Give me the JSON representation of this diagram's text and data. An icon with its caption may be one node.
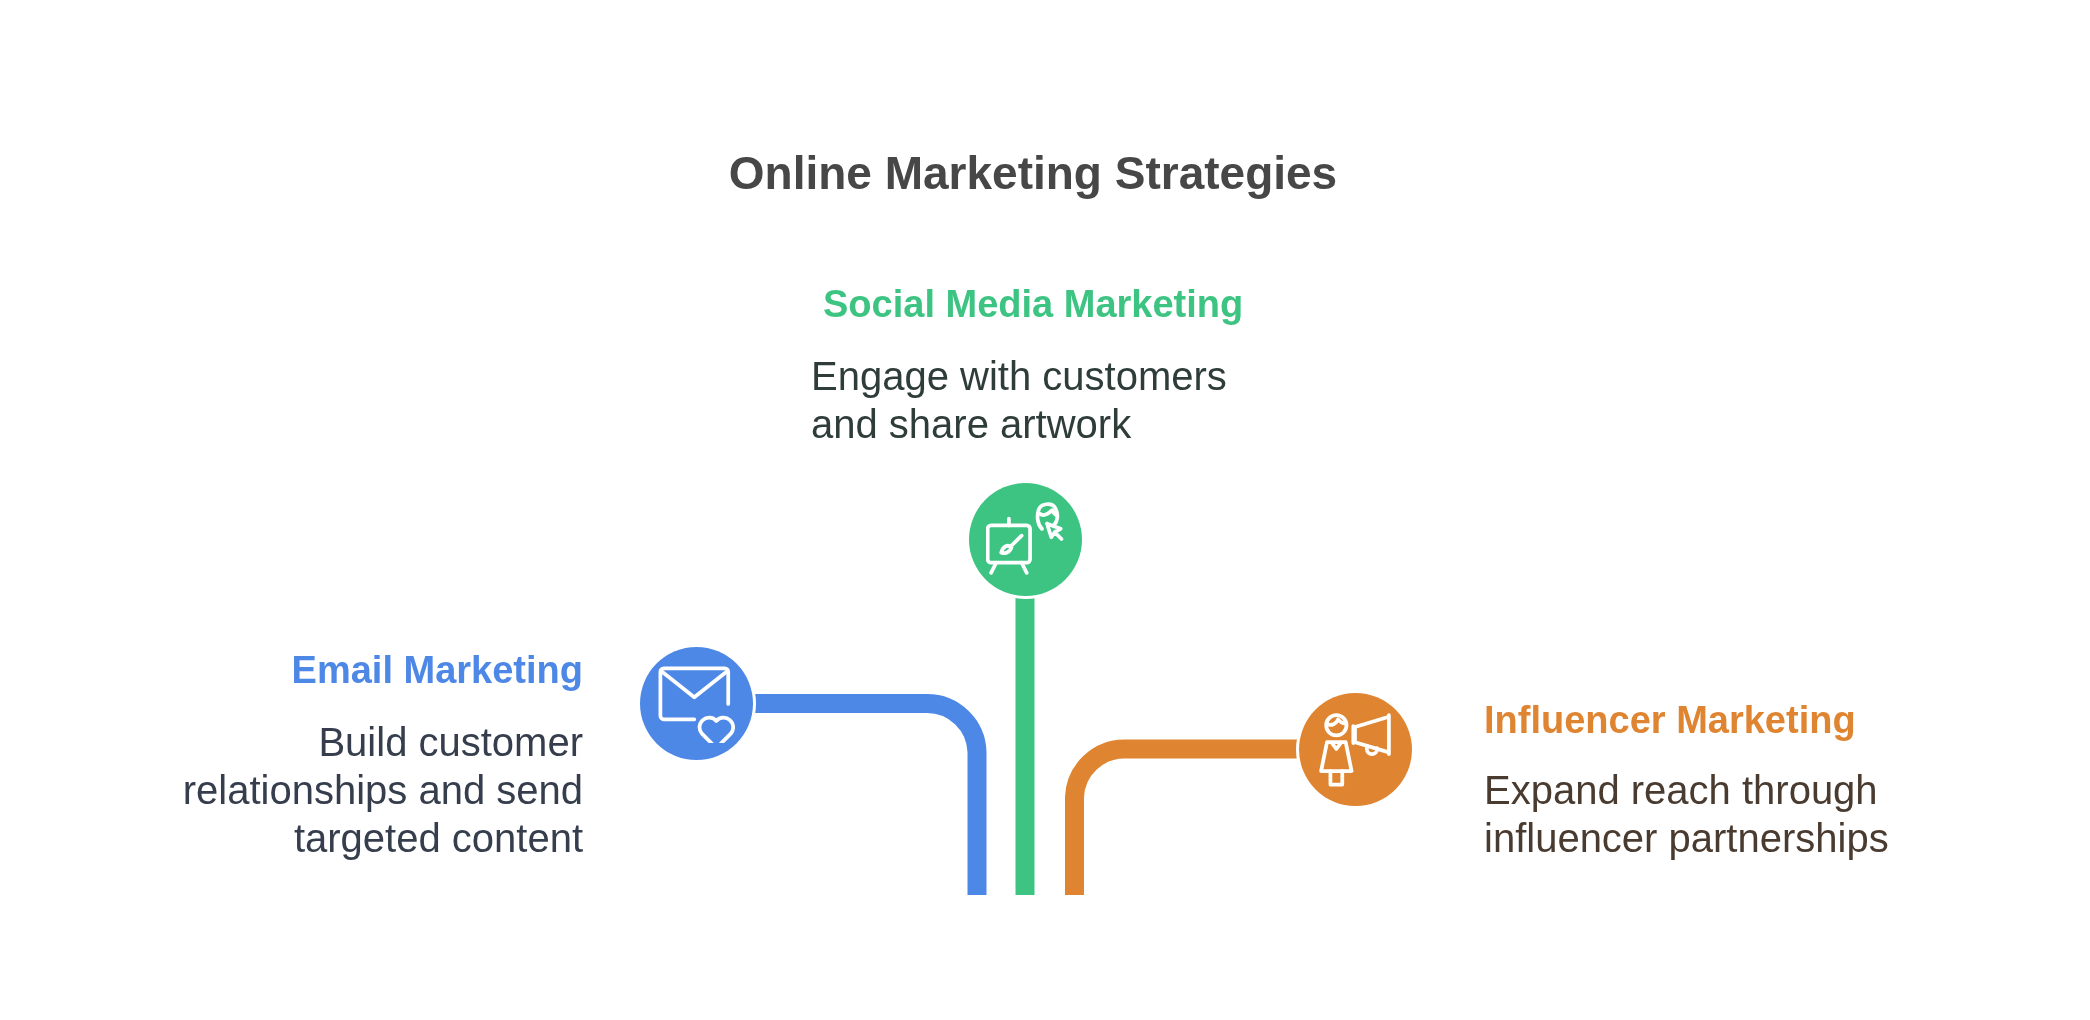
{
  "diagram": {
    "title": "Online Marketing Strategies",
    "nodes": [
      {
        "text": [],
        "shape": "circle",
        "beside": [
          "Email Marketing",
          "Build customer relationships and send targeted content"
        ]
      },
      {
        "text": [],
        "shape": "circle",
        "beside": [
          "Social Media Marketing",
          "Engage with customers and share artwork"
        ]
      },
      {
        "text": [],
        "shape": "circle",
        "beside": [
          "Influencer Marketing",
          "Expand reach through influencer partnerships"
        ]
      }
    ],
    "edges": [
      {
        "from": 0,
        "to": null,
        "arrow": "none",
        "color": "#4e88e7"
      },
      {
        "from": 1,
        "to": null,
        "arrow": "none",
        "color": "#3dc482"
      },
      {
        "from": 2,
        "to": null,
        "arrow": "none",
        "color": "#df8430"
      }
    ]
  }
}
